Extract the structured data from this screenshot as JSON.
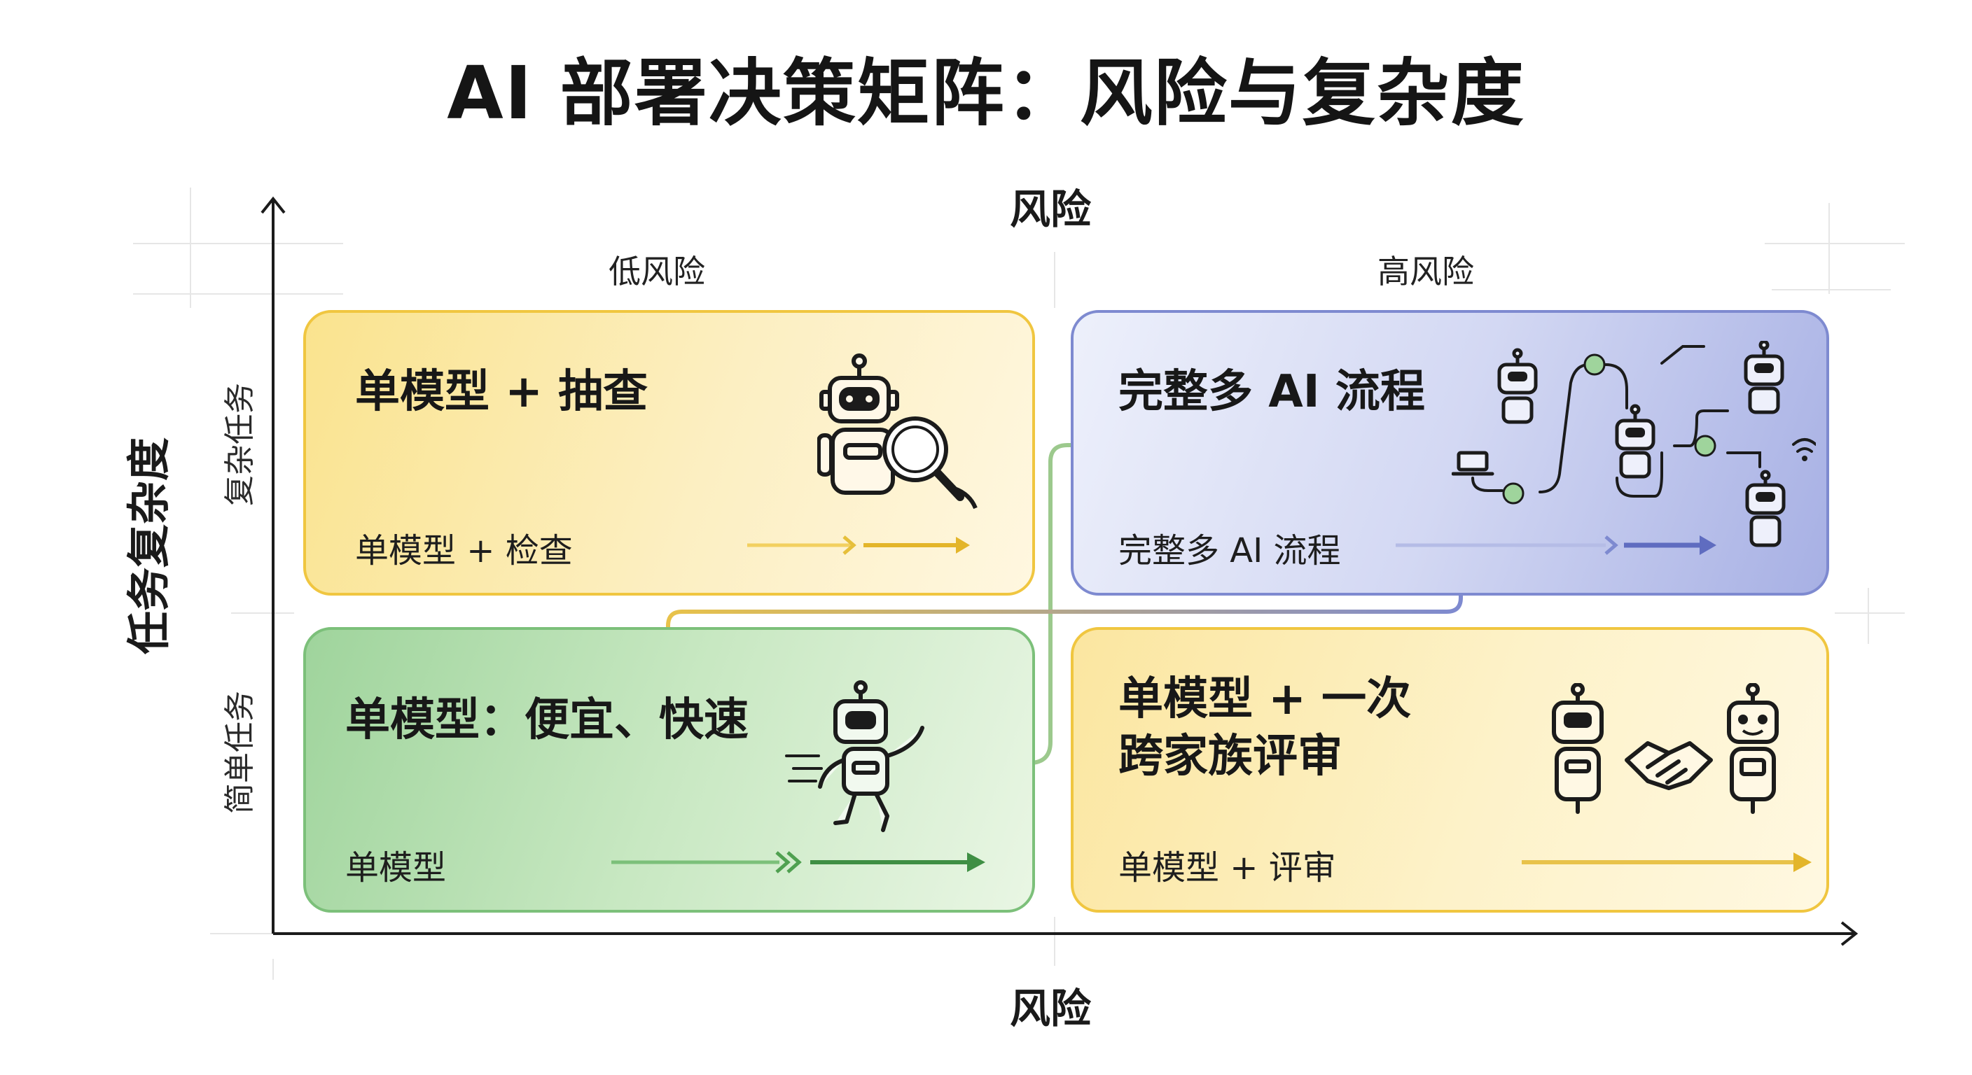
{
  "title": "AI 部署决策矩阵：风险与复杂度",
  "axes": {
    "x_top_label": "风险",
    "x_bottom_label": "风险",
    "y_label": "任务复杂度",
    "columns": [
      "低风险",
      "高风险"
    ],
    "rows": [
      "复杂任务",
      "简单任务"
    ]
  },
  "quadrants": {
    "top_left": {
      "title": "单模型 + 抽查",
      "subtitle": "单模型 + 检查",
      "color": "#f0c640"
    },
    "top_right": {
      "title": "完整多 AI 流程",
      "subtitle": "完整多 AI 流程",
      "color": "#7e8ad0"
    },
    "bottom_left": {
      "title": "单模型：便宜、快速",
      "subtitle": "单模型",
      "color": "#7cc07a"
    },
    "bottom_right": {
      "title_line1": "单模型 + 一次",
      "title_line2": "跨家族评审",
      "subtitle": "单模型 + 评审",
      "color": "#f0c640"
    }
  },
  "icons": {
    "top_left": "robot-magnifier-icon",
    "top_right": "multi-robot-pipeline-icon",
    "bottom_left": "running-robot-icon",
    "bottom_right": "robot-handshake-icon"
  }
}
